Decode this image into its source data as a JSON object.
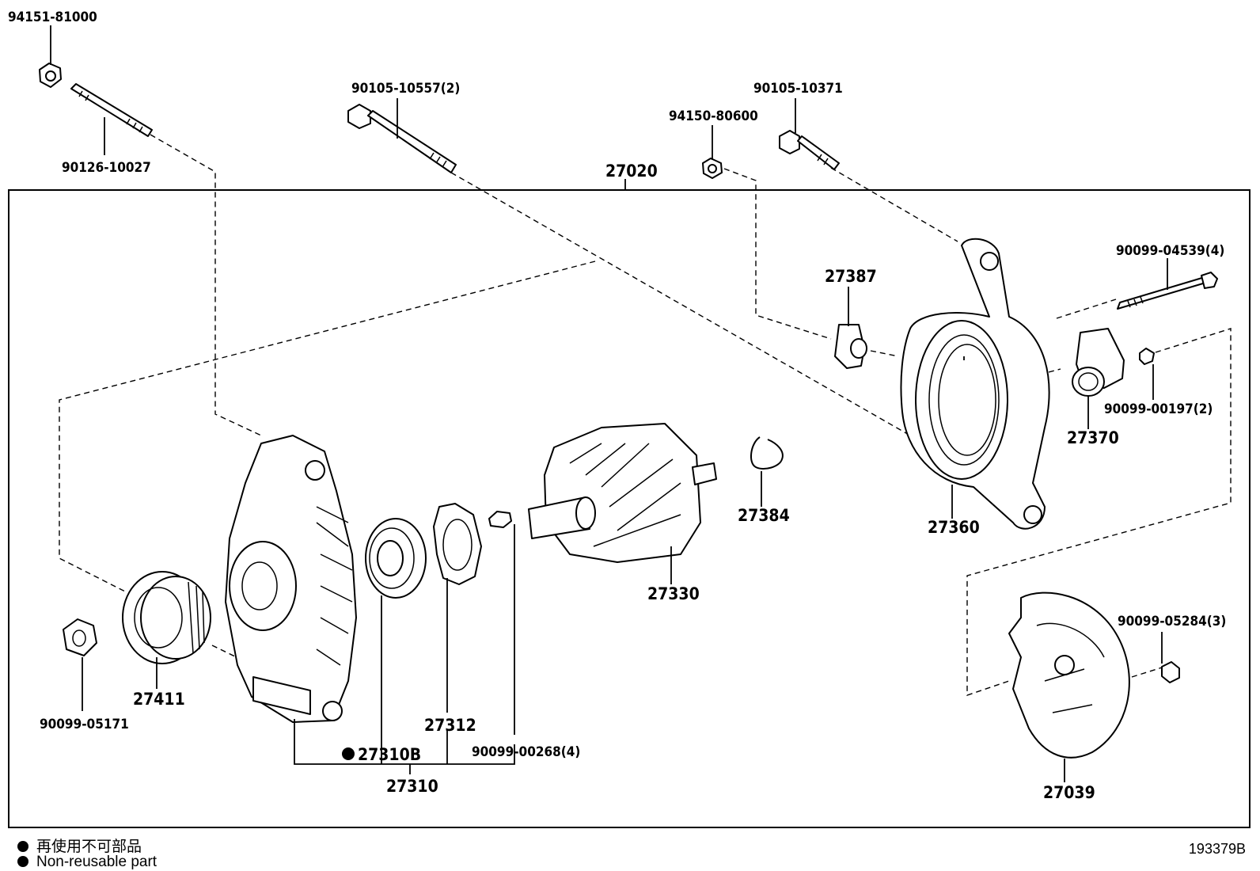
{
  "diagram": {
    "assembly_label": "27020",
    "sub_assembly_label": "27310",
    "parts": [
      {
        "id": "p1",
        "number": "94151-81000"
      },
      {
        "id": "p2",
        "number": "90126-10027"
      },
      {
        "id": "p3",
        "number": "90105-10557(2)"
      },
      {
        "id": "p4",
        "number": "94150-80600"
      },
      {
        "id": "p5",
        "number": "90105-10371"
      },
      {
        "id": "p6",
        "number": "27387"
      },
      {
        "id": "p7",
        "number": "90099-04539(4)"
      },
      {
        "id": "p8",
        "number": "90099-00197(2)"
      },
      {
        "id": "p9",
        "number": "27370"
      },
      {
        "id": "p10",
        "number": "27360"
      },
      {
        "id": "p11",
        "number": "27384"
      },
      {
        "id": "p12",
        "number": "27330"
      },
      {
        "id": "p13",
        "number": "90099-05284(3)"
      },
      {
        "id": "p14",
        "number": "27039"
      },
      {
        "id": "p15",
        "number": "27411"
      },
      {
        "id": "p16",
        "number": "90099-05171"
      },
      {
        "id": "p17",
        "number": "27312"
      },
      {
        "id": "p18",
        "number": "27310B"
      },
      {
        "id": "p19",
        "number": "90099-00268(4)"
      }
    ]
  },
  "legend": {
    "line_jp": "再使用不可部品",
    "line_en": "Non-reusable part"
  },
  "reference_code": "193379B"
}
